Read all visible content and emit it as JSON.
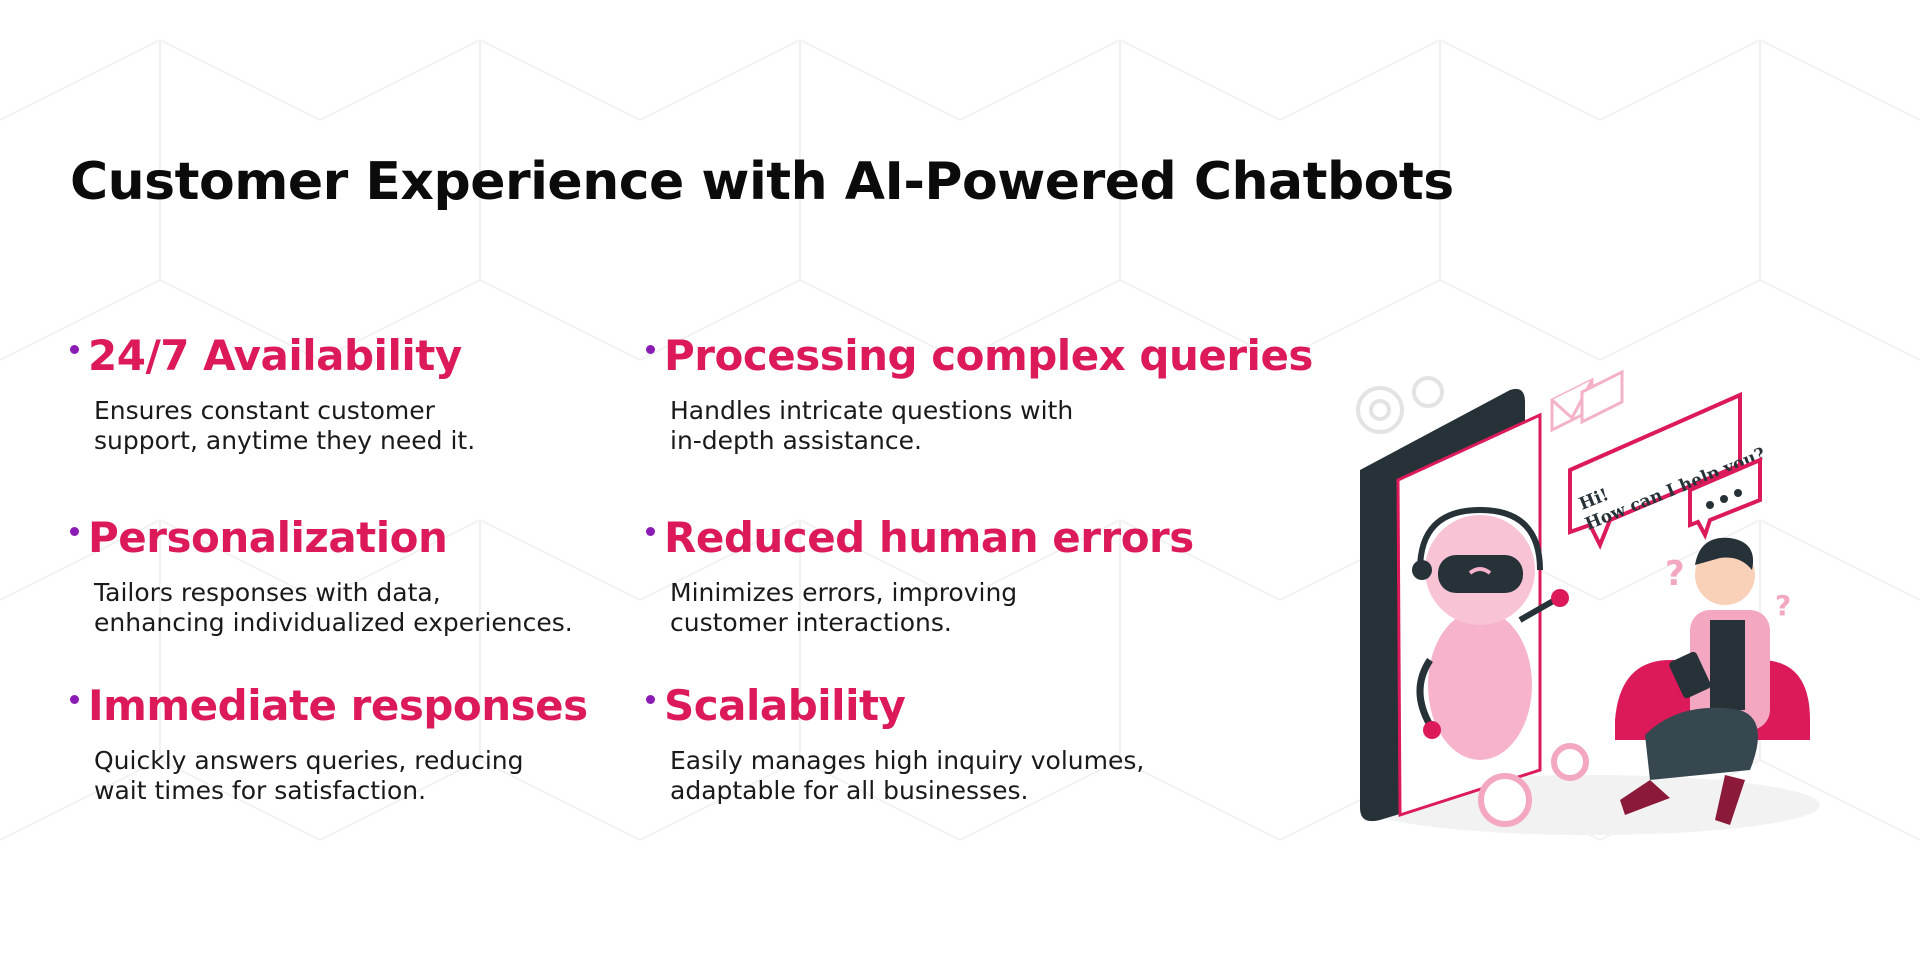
{
  "slide": {
    "title": "Customer Experience with AI-Powered Chatbots",
    "items": [
      {
        "title": "24/7 Availability",
        "desc_line1": "Ensures constant customer",
        "desc_line2": "support, anytime they need it."
      },
      {
        "title": "Processing complex queries",
        "desc_line1": "Handles intricate questions with",
        "desc_line2": "in-depth assistance."
      },
      {
        "title": "Personalization",
        "desc_line1": "Tailors responses with data,",
        "desc_line2": "enhancing individualized experiences."
      },
      {
        "title": "Reduced human errors",
        "desc_line1": "Minimizes errors, improving",
        "desc_line2": "customer interactions."
      },
      {
        "title": "Immediate responses",
        "desc_line1": "Quickly answers queries, reducing",
        "desc_line2": "wait times for satisfaction."
      },
      {
        "title": "Scalability",
        "desc_line1": "Easily manages high inquiry volumes,",
        "desc_line2": "adaptable for all businesses."
      }
    ]
  },
  "illustration": {
    "bubble_line1": "Hi!",
    "bubble_line2": "How can I help you?",
    "question_mark": "?"
  },
  "colors": {
    "accent": "#dc1a5a",
    "bullet": "#8a1bb5",
    "title": "#0b0b0b",
    "phone": "#263238",
    "pink_light": "#f7b3cc"
  }
}
